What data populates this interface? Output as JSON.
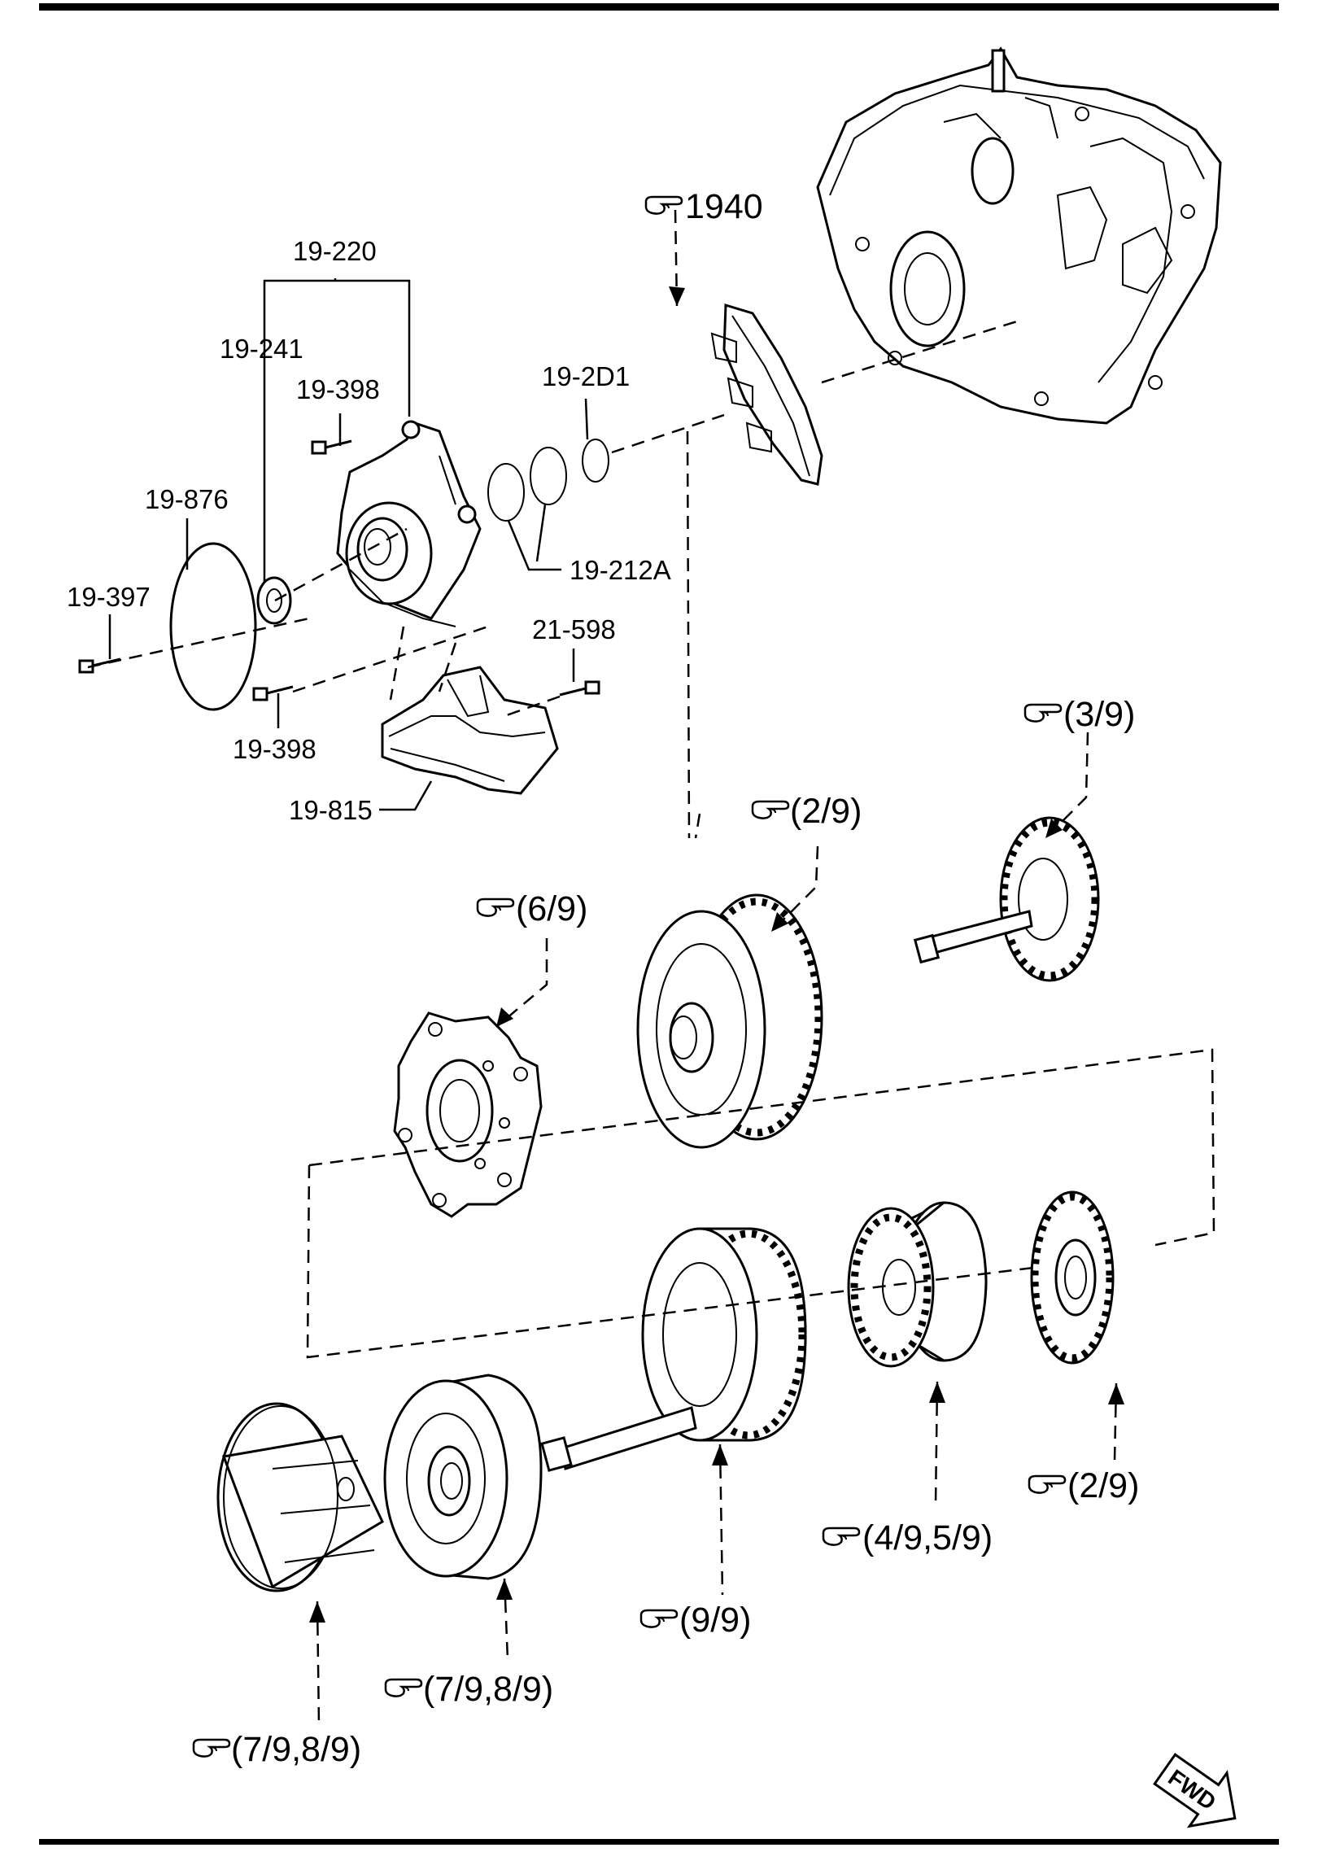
{
  "labels": {
    "bracket_19_220": "19-220",
    "pump_seal_19_241": "19-241",
    "bolt_top_19_398": "19-398",
    "oring_19_876": "19-876",
    "bolt_19_397": "19-397",
    "bolt_bottom_19_398": "19-398",
    "filter_19_815": "19-815",
    "bolt_21_598": "21-598",
    "snap_ring_19_2D1": "19-2D1",
    "seal_rings_19_212A": "19-212A",
    "ref_1940": "1940",
    "ref_3_9": "(3/9)",
    "ref_2_9_top": "(2/9)",
    "ref_6_9": "(6/9)",
    "ref_2_9_bottom": "(2/9)",
    "ref_4_9_5_9": "(4/9,5/9)",
    "ref_9_9": "(9/9)",
    "ref_7_9_8_9_drum": "(7/9,8/9)",
    "ref_7_9_8_9_band": "(7/9,8/9)",
    "fwd": "FWD"
  },
  "icons": {
    "reference": "pointing-hand-icon",
    "direction": "fwd-arrow-icon"
  }
}
